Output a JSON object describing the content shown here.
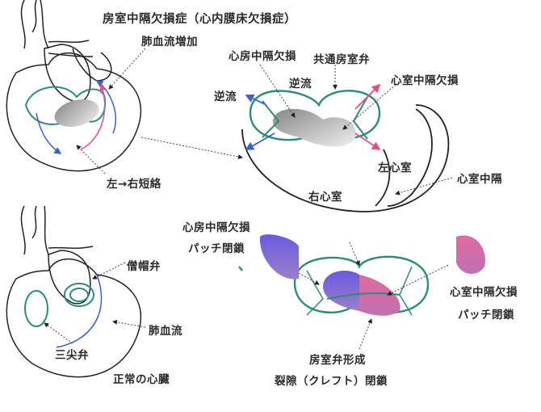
{
  "title": "房室中隔欠損症（心内膜床欠損症）",
  "labels": {
    "pulmonary_flow_increase": "肺血流増加",
    "asd": "心房中隔欠損",
    "common_av_valve": "共通房室弁",
    "regurgitation_1": "逆流",
    "regurgitation_2": "逆流",
    "vsd": "心室中隔欠損",
    "left_ventricle": "左心室",
    "right_ventricle": "右心室",
    "ventricular_septum": "心室中隔",
    "left_right_shunt": "左→右短絡",
    "asd_patch_1": "心房中隔欠損",
    "asd_patch_2": "パッチ閉鎖",
    "vsd_patch_1": "心室中隔欠損",
    "vsd_patch_2": "パッチ閉鎖",
    "mitral_valve": "僧帽弁",
    "pulmonary_flow": "肺血流",
    "tricuspid_valve": "三尖弁",
    "normal_heart": "正常の心臓",
    "av_valve_repair": "房室弁形成",
    "cleft_closure": "裂隙（クレフト）閉鎖"
  },
  "colors": {
    "valve": "#2e8b7a",
    "blue_flow": "#3a5fd0",
    "pink_flow": "#e0508a",
    "patch_blue": "#6a5ae0",
    "patch_pink": "#e06aa0"
  }
}
